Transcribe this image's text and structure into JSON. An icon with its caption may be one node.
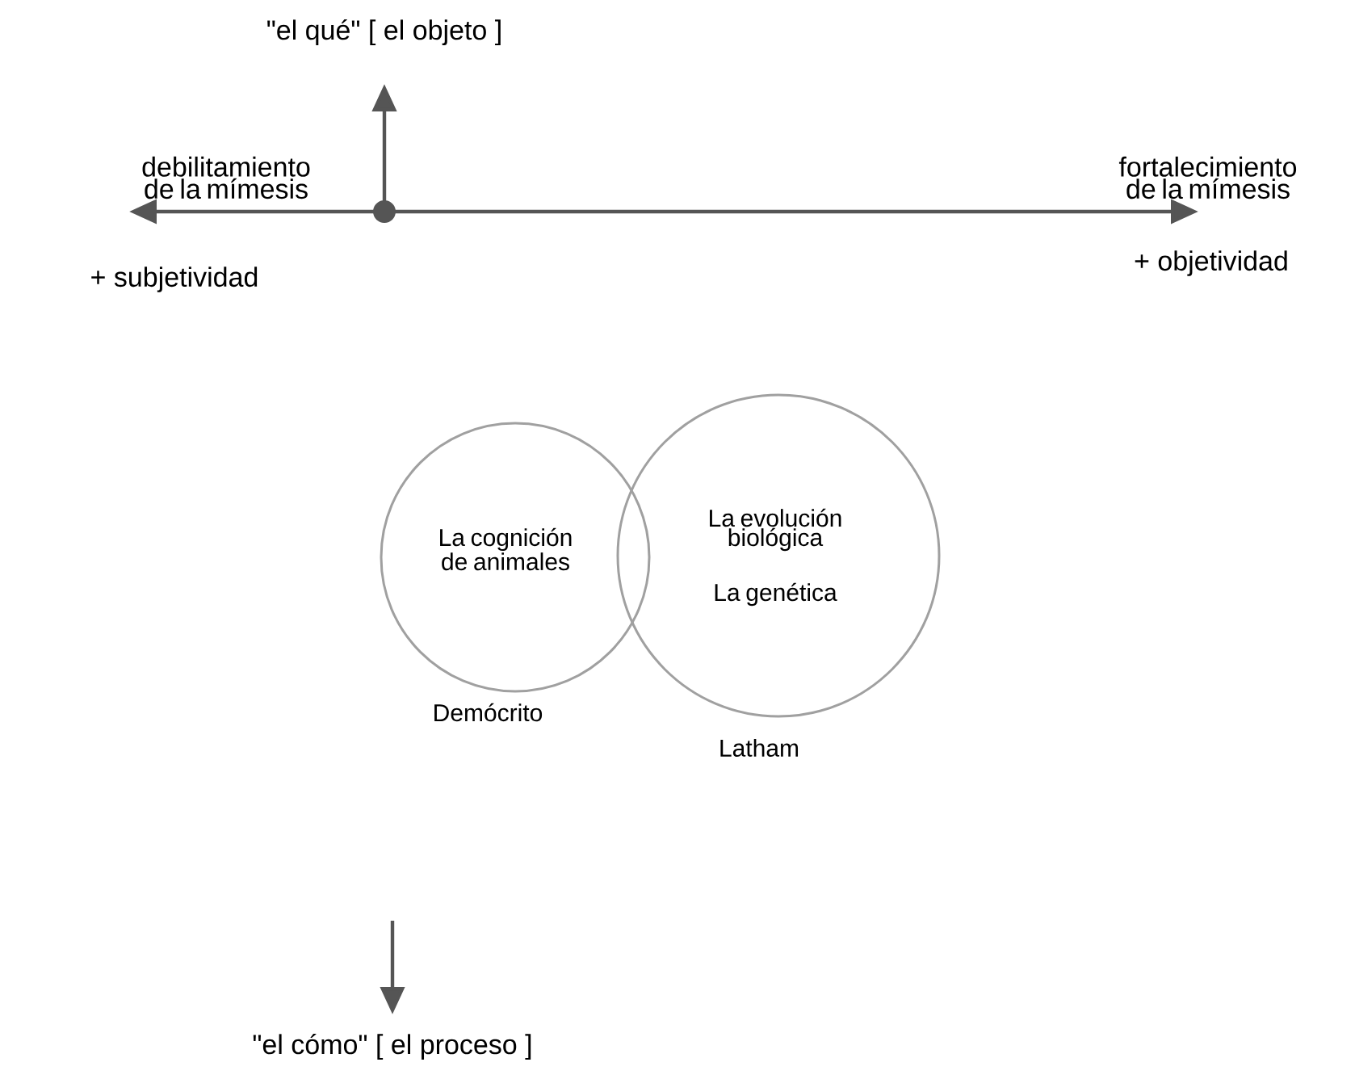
{
  "diagram": {
    "nodes": [
      {
        "text": [
          "La cognición de animales"
        ],
        "beside": [
          "Demócrito"
        ]
      },
      {
        "text": [
          "La evolución biológica",
          "La genética"
        ],
        "beside": [
          "Latham"
        ]
      }
    ],
    "labels": [
      "\"el qué\" [ el objeto ]",
      "debilitamiento de la mímesis",
      "fortalecimiento de la mímesis",
      "+ subjetividad",
      "+ objetividad",
      "\"el cómo\" [ el proceso ]"
    ]
  }
}
